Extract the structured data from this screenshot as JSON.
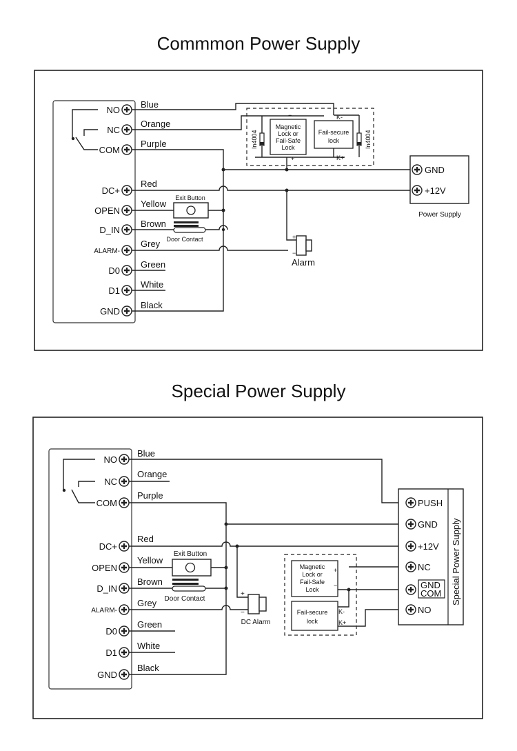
{
  "diagram1": {
    "title": "Commmon Power Supply",
    "terminals": [
      "NO",
      "NC",
      "COM",
      "DC+",
      "OPEN",
      "D_IN",
      "ALARM-",
      "D0",
      "D1",
      "GND"
    ],
    "wires": [
      "Blue",
      "Orange",
      "Purple",
      "Red",
      "Yellow",
      "Brown",
      "Grey",
      "Green",
      "White",
      "Black"
    ],
    "exit_button": "Exit Button",
    "door_contact": "Door Contact",
    "alarm": "Alarm",
    "lock1": [
      "Magnetic",
      "Lock or",
      "Fail-Safe",
      "Lock"
    ],
    "lock2": [
      "Fail-secure",
      "lock"
    ],
    "diode": "In4004",
    "k_minus": "K-",
    "k_plus": "K+",
    "plus": "+",
    "minus": "−",
    "psu_gnd": "GND",
    "psu_12v": "+12V",
    "psu_label": "Power Supply"
  },
  "diagram2": {
    "title": "Special Power Supply",
    "terminals": [
      "NO",
      "NC",
      "COM",
      "DC+",
      "OPEN",
      "D_IN",
      "ALARM-",
      "D0",
      "D1",
      "GND"
    ],
    "wires": [
      "Blue",
      "Orange",
      "Purple",
      "Red",
      "Yellow",
      "Brown",
      "Grey",
      "Green",
      "White",
      "Black"
    ],
    "exit_button": "Exit Button",
    "door_contact": "Door Contact",
    "alarm": "DC Alarm",
    "lock1": [
      "Magnetic",
      "Lock or",
      "Fail-Safe",
      "Lock"
    ],
    "lock2": [
      "Fail-secure",
      "lock"
    ],
    "k_minus": "K-",
    "k_plus": "K+",
    "plus": "+",
    "minus": "−",
    "psu_terms": [
      "PUSH",
      "GND",
      "+12V",
      "NC",
      "GND",
      "COM",
      "NO"
    ],
    "psu_label": "Special Power Supply"
  }
}
